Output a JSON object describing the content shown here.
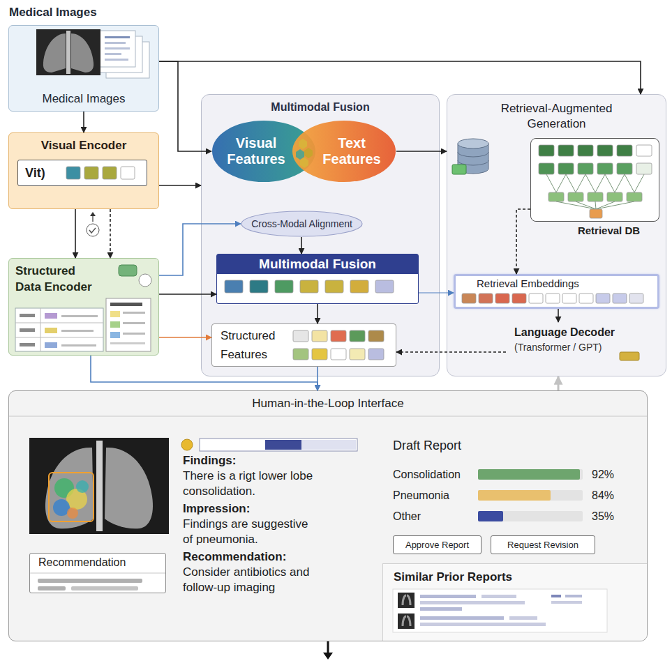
{
  "diagram": {
    "nodes": [
      {
        "text": [
          "Medical Images",
          "Medical Images"
        ]
      },
      {
        "text": [
          "Multimodal Fusion"
        ]
      },
      {
        "text": [
          "Visual Features"
        ],
        "in": 1
      },
      {
        "text": [
          "Text Features"
        ],
        "in": 1
      },
      {
        "text": [
          "Retrieval-Augmented Generation"
        ]
      },
      {
        "text": [
          "Retrieval DB"
        ],
        "in": 4
      },
      {
        "text": [
          "Visual Encoder"
        ]
      },
      {
        "text": [
          "Vit)"
        ],
        "in": 6
      },
      {
        "text": [
          "Cross-Modal Alignment"
        ],
        "in": 1
      },
      {
        "text": [
          "Multimodal Fusion"
        ],
        "in": 1
      },
      {
        "text": [
          "Retrieval Embeddings"
        ],
        "in": 4
      },
      {
        "text": [
          "Structured Data Encoder"
        ]
      },
      {
        "text": [
          "Structured Features"
        ],
        "in": 1
      },
      {
        "text": [
          "Language Decoder",
          "(Transformer / GPT)"
        ],
        "in": 4
      },
      {
        "text": [
          "Human-in-the-Loop Interface"
        ]
      },
      {
        "text": [
          "Recommendation"
        ],
        "in": 14
      },
      {
        "text": [
          "Approve Report"
        ],
        "in": 14
      },
      {
        "text": [
          "Request Revision"
        ],
        "in": 14
      },
      {
        "text": [
          "Similar Prior Reports"
        ],
        "in": 14
      }
    ],
    "edges": [
      {
        "from": 0,
        "to": 6,
        "arrow": "to"
      },
      {
        "from": 0,
        "to": 2,
        "arrow": "to"
      },
      {
        "from": 0,
        "to": 4,
        "arrow": "to"
      },
      {
        "from": 6,
        "to": 11,
        "arrow": "to"
      },
      {
        "from": 6,
        "to": 11,
        "arrow": "to"
      },
      {
        "from": 6,
        "to": 1,
        "arrow": "to"
      },
      {
        "from": 11,
        "to": 8,
        "arrow": "to"
      },
      {
        "from": 11,
        "to": 9,
        "arrow": "to"
      },
      {
        "from": 11,
        "to": 12,
        "arrow": "to"
      },
      {
        "from": 11,
        "to": 14,
        "arrow": "to"
      },
      {
        "from": 12,
        "to": 14,
        "arrow": "to"
      },
      {
        "from": 3,
        "to": 4,
        "arrow": "to"
      },
      {
        "from": 5,
        "to": 10,
        "arrow": "to"
      },
      {
        "from": 9,
        "to": 10,
        "arrow": "to"
      },
      {
        "from": 8,
        "to": 9,
        "arrow": "to"
      },
      {
        "from": 9,
        "to": 12,
        "arrow": "to"
      },
      {
        "from": 10,
        "to": 13,
        "arrow": "to"
      },
      {
        "from": 13,
        "to": 12,
        "arrow": "to"
      },
      {
        "from": 14,
        "to": 4,
        "arrow": "to"
      }
    ],
    "labels": [
      "Findings:",
      "There is a rigt lower lobe consolidation.",
      "Impression:",
      "Findings are suggestive of pneumonia.",
      "Recommendation:",
      "Consider antibiotics and follow-up imaging",
      "Draft Report",
      "Consolidation",
      "92%",
      "Pneumonia",
      "84%",
      "Other",
      "35%"
    ]
  }
}
